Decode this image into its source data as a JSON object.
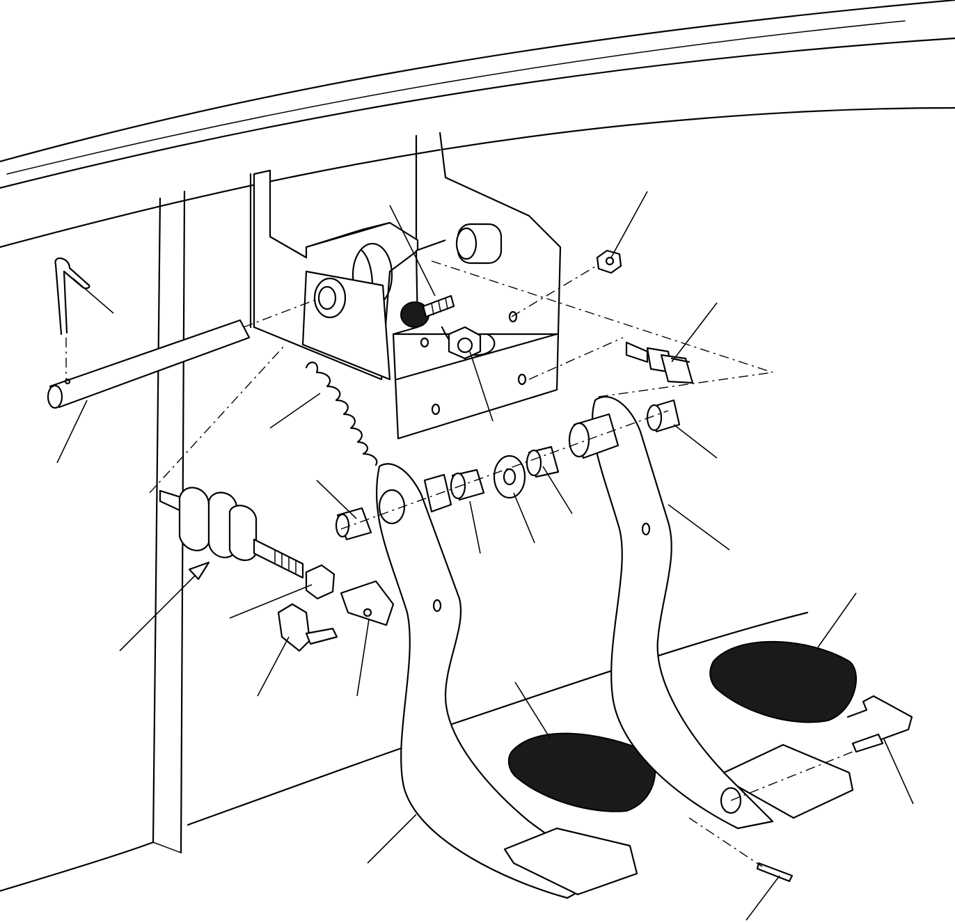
{
  "diagram": {
    "parts": [
      "cotter-pin",
      "pivot-shaft",
      "mounting-bracket",
      "bushing",
      "adjusting-bolt",
      "nut",
      "stop-light-switch",
      "return-spring",
      "brake-master-cylinder",
      "lock-nut",
      "clevis",
      "clevis-pin-clip",
      "clutch-pedal",
      "brake-pedal",
      "pedal-pad",
      "washer",
      "pedal-lock-link",
      "roll-pin"
    ],
    "colors": {
      "line": "#000000",
      "pad": "#1a1a1a",
      "background": "#ffffff"
    }
  }
}
